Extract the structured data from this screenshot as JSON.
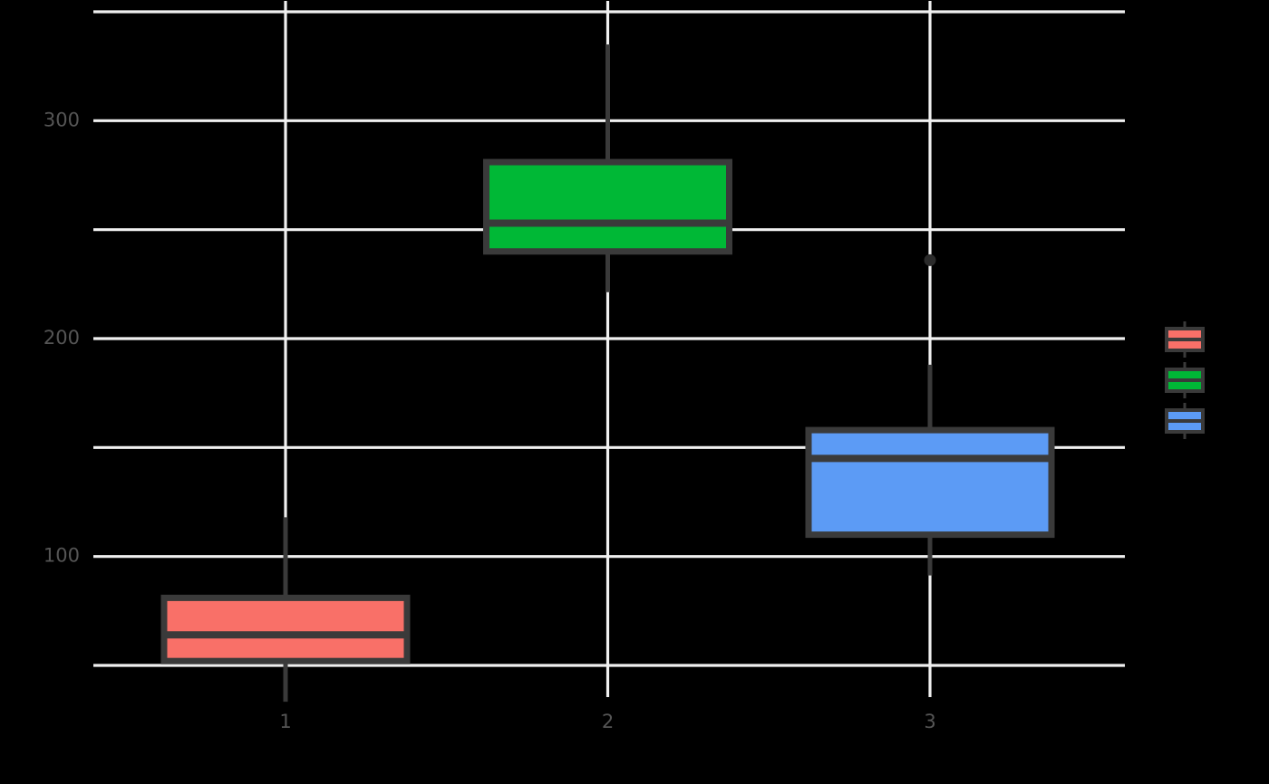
{
  "chart_data": {
    "type": "box",
    "title": "",
    "subtitle": "",
    "xlabel": "",
    "ylabel": "",
    "categories": [
      "1",
      "2",
      "3"
    ],
    "x_tick_labels": [
      "1",
      "2",
      "3"
    ],
    "y_tick_labels": [
      "100",
      "200",
      "300"
    ],
    "y_tick_values": [
      100,
      200,
      300
    ],
    "gridline_values": [
      50,
      100,
      150,
      200,
      250,
      300,
      350
    ],
    "xlim": [
      0.4,
      3.6
    ],
    "ylim": [
      50,
      355
    ],
    "grid": true,
    "legend_position": "right",
    "legend_has_text": false,
    "background_color": "#000000",
    "grid_color": "#f0f0f0",
    "box_edge_color": "#3a3a3a",
    "series": [
      {
        "name": "1",
        "color": "#f97068",
        "x_center": 1,
        "whisker_low": 52,
        "q1": 52,
        "median": 64,
        "q3": 81,
        "whisker_high": 118,
        "outliers": []
      },
      {
        "name": "2",
        "color": "#00b836",
        "x_center": 2,
        "whisker_low": 240,
        "q1": 240,
        "median": 253,
        "q3": 281,
        "whisker_high": 335,
        "outliers": []
      },
      {
        "name": "3",
        "color": "#5c9bf5",
        "x_center": 3,
        "whisker_low": 110,
        "q1": 110,
        "median": 145,
        "q3": 158,
        "whisker_high": 188,
        "outliers": [
          236
        ]
      }
    ],
    "legend_entries": [
      {
        "label": "",
        "color": "#f97068"
      },
      {
        "label": "",
        "color": "#00b836"
      },
      {
        "label": "",
        "color": "#5c9bf5"
      }
    ]
  }
}
